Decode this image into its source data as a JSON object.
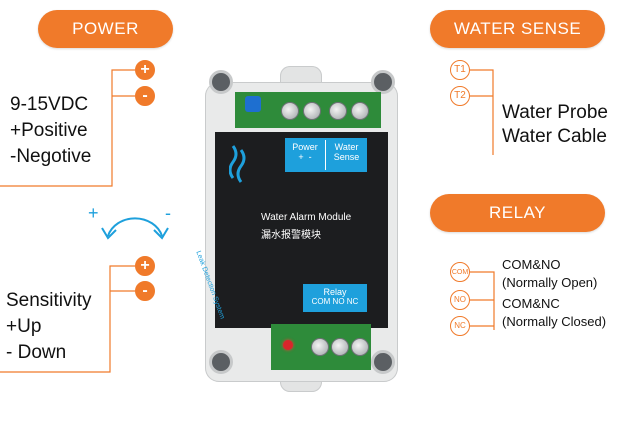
{
  "labels": {
    "power": "POWER",
    "water_sense": "WATER SENSE",
    "relay": "RELAY"
  },
  "power": {
    "voltage": "9-15VDC",
    "positive": "+Positive",
    "negative": "-Negotive",
    "plus_symbol": "+",
    "minus_symbol": "-"
  },
  "sensitivity": {
    "title": "Sensitivity",
    "up": "+Up",
    "down": "- Down",
    "plus_symbol": "+",
    "minus_symbol": "-",
    "arrow_plus": "+",
    "arrow_minus": "-"
  },
  "water_sense": {
    "t1": "T1",
    "t2": "T2",
    "probe": "Water Probe",
    "cable": "Water Cable"
  },
  "relay": {
    "com": "COM",
    "no": "NO",
    "nc": "NC",
    "com_no": "COM&NO",
    "normally_open": "(Normally Open)",
    "com_nc": "COM&NC",
    "normally_closed": "(Normally Closed)"
  },
  "device": {
    "module_name": "Water Alarm Module",
    "module_name_cn": "漏水报警模块",
    "power_label": "Power",
    "power_plus": "+",
    "power_minus": "-",
    "water_label": "Water",
    "sense_label": "Sense",
    "relay_label": "Relay",
    "relay_terms": "COM NO NC",
    "side_text": "Leak Detection System"
  },
  "colors": {
    "accent": "#f07a2a",
    "device_blue": "#1ea0dc",
    "terminal_green": "#2e8b3a",
    "panel_black": "#1c1d1f"
  }
}
